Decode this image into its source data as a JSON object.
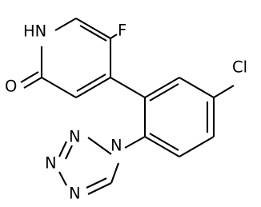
{
  "molecule": {
    "atoms": {
      "nh": "HN",
      "oxygen": "O",
      "fluorine": "F",
      "chlorine": "Cl",
      "tetrazole_n1": "N",
      "tetrazole_n2": "N",
      "tetrazole_n3": "N",
      "tetrazole_n4": "N"
    }
  }
}
